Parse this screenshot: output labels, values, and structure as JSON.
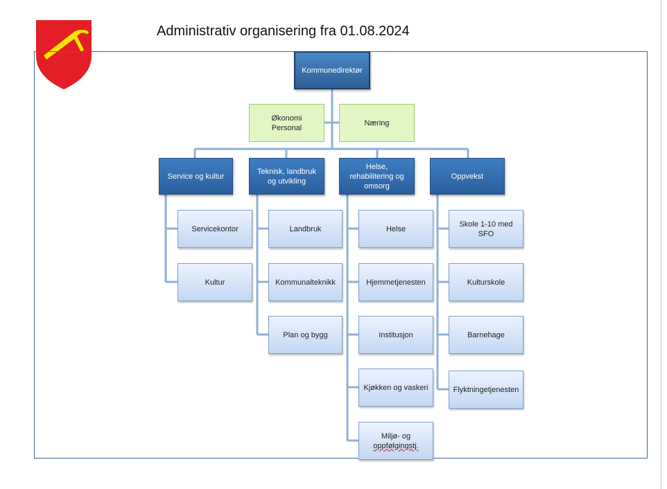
{
  "document": {
    "title": "Administrativ organisering fra 01.08.2024"
  },
  "colors": {
    "frame": "#3d6a97",
    "top_box": "#2c5f98",
    "department_box": "#3f7ec4",
    "staff_box": "#e2f6c4",
    "unit_box": "#c3d7f3",
    "connector": "#8fb0d8",
    "crest_red": "#e41e26",
    "crest_yellow": "#f7e600"
  },
  "icons": {
    "crest": "municipal-coat-of-arms-icon"
  },
  "chart": {
    "top": "Kommunedirektør",
    "staff": [
      {
        "line1": "Økonomi",
        "line2": "Personal"
      },
      {
        "line1": "Næring",
        "line2": ""
      }
    ],
    "departments": [
      {
        "label": "Service og kultur",
        "units": [
          "Servicekontor",
          "Kultur"
        ]
      },
      {
        "label": "Teknisk, landbruk og utvikling",
        "units": [
          "Landbruk",
          "Kommunalteknikk",
          "Plan og bygg"
        ]
      },
      {
        "label": "Helse, rehabilitering og omsorg",
        "units": [
          "Helse",
          "Hjemmetjenesten",
          "Institusjon",
          "Kjøkken og vaskeri",
          "Miljø- og"
        ]
      },
      {
        "label": "Oppvekst",
        "units": [
          "Skole 1-10 med SFO",
          "Kulturskole",
          "Barnehage",
          "Flyktningetjenesten"
        ]
      }
    ],
    "last_unit_second_line": "oppfølgingstj."
  }
}
